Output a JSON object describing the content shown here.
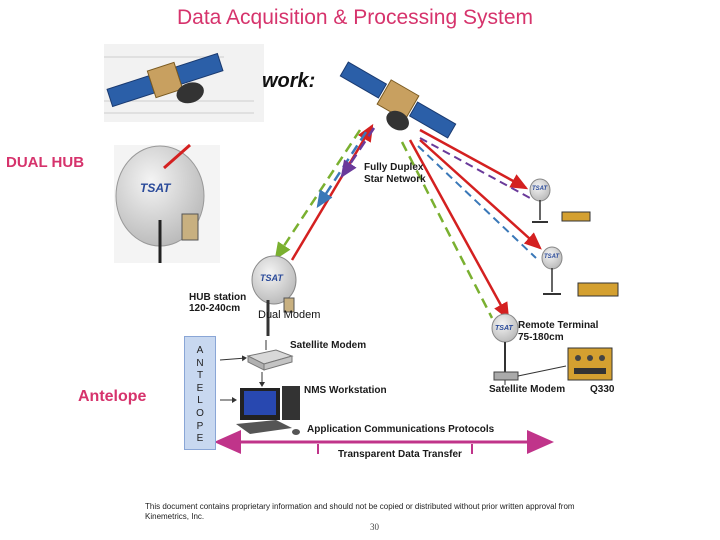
{
  "title": "Data Acquisition & Processing System",
  "labels": {
    "dual_hub": "DUAL HUB",
    "antelope": "Antelope",
    "inset_heading_fragment": "work:",
    "fully_duplex": "Fully Duplex",
    "star_network": "Star Network",
    "hub_station": "HUB station",
    "hub_size": "120-240cm",
    "dual_modem": "Dual Modem",
    "satellite_modem_hub": "Satellite Modem",
    "nms_workstation": "NMS Workstation",
    "app_protocols": "Application Communications Protocols",
    "transparent_transfer": "Transparent Data Transfer",
    "remote_terminal": "Remote Terminal",
    "remote_size": "75-180cm",
    "satellite_modem_remote": "Satellite Modem",
    "q330": "Q330",
    "dish_logo": "TSAT",
    "antelope_letters": [
      "A",
      "N",
      "T",
      "E",
      "L",
      "O",
      "P",
      "E"
    ]
  },
  "footer": {
    "note": "This document contains proprietary information and should not be copied or distributed without prior written approval from Kinemetrics, Inc.",
    "page_number": "30"
  },
  "colors": {
    "title": "#d6336c",
    "uplink_red": "#d42020",
    "downlink_green": "#7ab030",
    "link_blue": "#3a78b8",
    "link_purple": "#6a3a9a",
    "arrow_magenta": "#c0348a"
  }
}
